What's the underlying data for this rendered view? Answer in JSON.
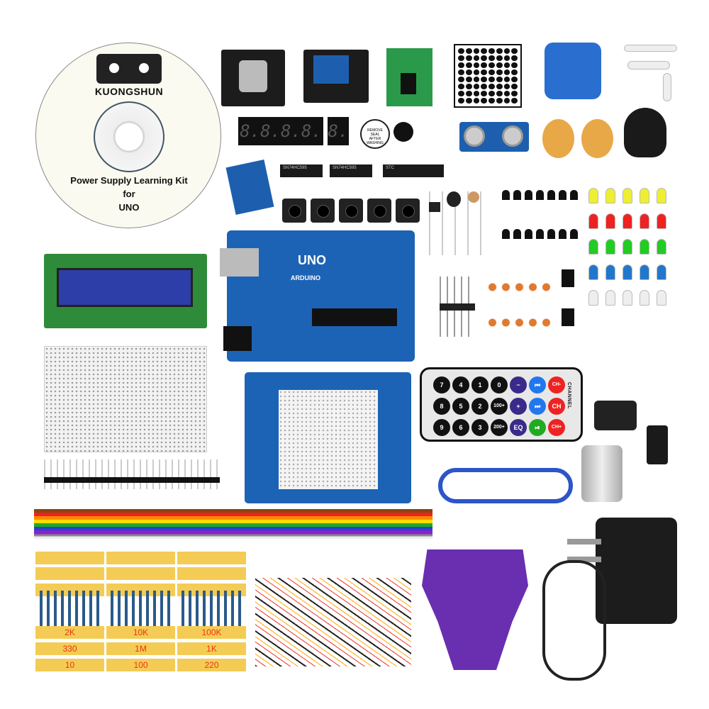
{
  "cd": {
    "brand": "KUONGSHUN",
    "line1": "Power Supply Learning Kit",
    "line2": "for",
    "line3": "UNO"
  },
  "seven_segment": {
    "four_digit": "8.8.8.8.",
    "single": "8."
  },
  "buzzer_label": "REMOVE SEAL AFTER WASHING",
  "chips": [
    "SN74HC595",
    "SN74HC595",
    "STC"
  ],
  "arduino": {
    "brand": "ARDUINO",
    "model": "UNO"
  },
  "resistors": {
    "packs": [
      [
        "2K",
        "330",
        "10"
      ],
      [
        "10K",
        "1M",
        "100"
      ],
      [
        "100K",
        "1K",
        "220"
      ]
    ]
  },
  "remote": {
    "keys": [
      [
        "7",
        "4",
        "1",
        "0",
        "−",
        "⏮",
        "CH-"
      ],
      [
        "8",
        "5",
        "2",
        "100+",
        "+",
        "⏭",
        "CH"
      ],
      [
        "9",
        "6",
        "3",
        "200+",
        "EQ",
        "⏯",
        "CH+"
      ]
    ],
    "side_label": "CHANNEL"
  },
  "colors": {
    "pcb_blue": "#1d63b5",
    "resistor_strip": "#f4cc55",
    "resistor_label": "#e31",
    "bracket": "#6a2fb0"
  }
}
